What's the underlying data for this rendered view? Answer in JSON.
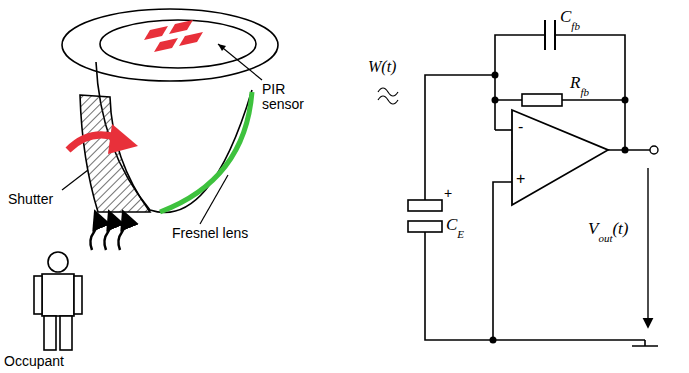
{
  "diagram": {
    "labels": [
      "Shutter",
      "PIR sensor",
      "Fresnel lens",
      "Occupant",
      "W(t)",
      "C",
      "fb",
      "R",
      "fb",
      "-",
      "+",
      "+",
      "C",
      "E",
      "V",
      "out",
      "(t)"
    ]
  }
}
